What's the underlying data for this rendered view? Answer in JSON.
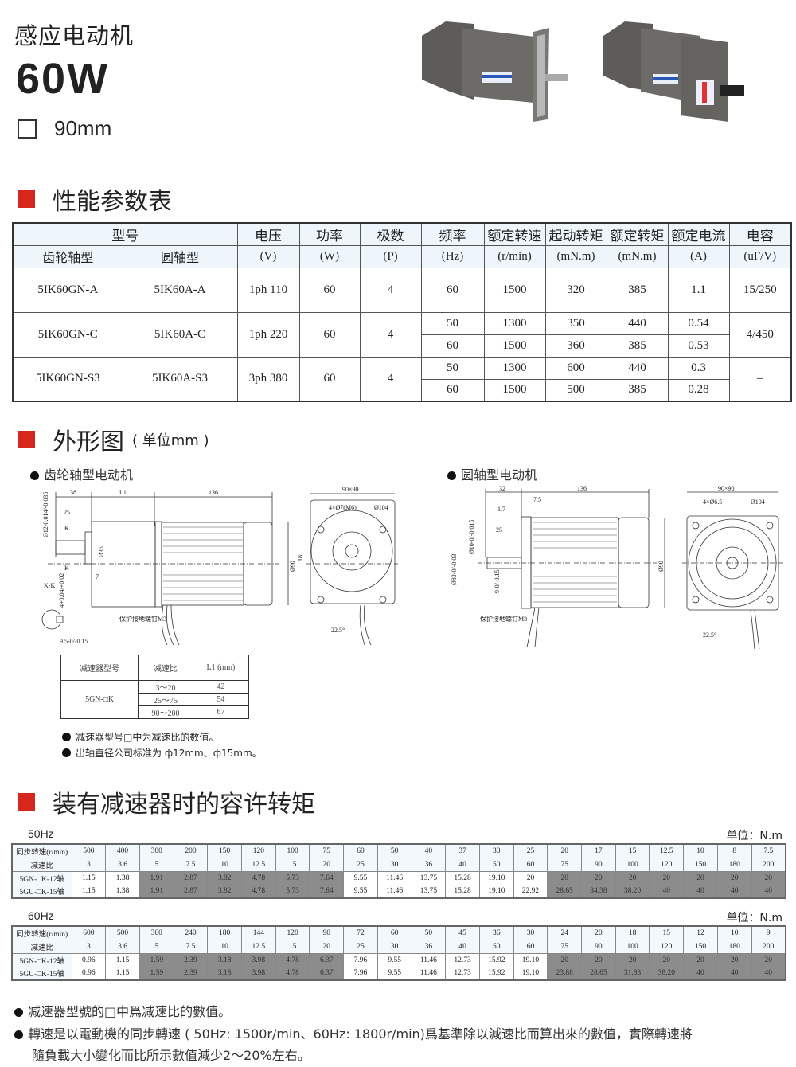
{
  "header": {
    "category": "感应电动机",
    "power": "60W",
    "frame": "90mm"
  },
  "sections": {
    "spec": "性能参数表",
    "outline": "外形图",
    "outline_unit": "( 单位mm )",
    "torque": "装有减速器时的容许转矩"
  },
  "spec_table": {
    "group_model": "型号",
    "col_gear": "齿轮轴型",
    "col_round": "圆轴型",
    "headers": [
      "电压",
      "功率",
      "极数",
      "频率",
      "额定转速",
      "起动转矩",
      "额定转矩",
      "额定电流",
      "电容"
    ],
    "units": [
      "(V)",
      "(W)",
      "(P)",
      "(Hz)",
      "(r/min)",
      "(mN.m)",
      "(mN.m)",
      "(A)",
      "(uF/V)"
    ],
    "rows": [
      {
        "gear": "5IK60GN-A",
        "round": "5IK60A-A",
        "voltage": "1ph 110",
        "power": "60",
        "poles": "4",
        "cap": "15/250",
        "sub": [
          {
            "hz": "60",
            "speed": "1500",
            "start": "320",
            "rated": "385",
            "current": "1.1"
          }
        ]
      },
      {
        "gear": "5IK60GN-C",
        "round": "5IK60A-C",
        "voltage": "1ph 220",
        "power": "60",
        "poles": "4",
        "cap": "4/450",
        "sub": [
          {
            "hz": "50",
            "speed": "1300",
            "start": "350",
            "rated": "440",
            "current": "0.54"
          },
          {
            "hz": "60",
            "speed": "1500",
            "start": "360",
            "rated": "385",
            "current": "0.53"
          }
        ]
      },
      {
        "gear": "5IK60GN-S3",
        "round": "5IK60A-S3",
        "voltage": "3ph 380",
        "power": "60",
        "poles": "4",
        "cap": "–",
        "sub": [
          {
            "hz": "50",
            "speed": "1300",
            "start": "600",
            "rated": "440",
            "current": "0.3"
          },
          {
            "hz": "60",
            "speed": "1500",
            "start": "500",
            "rated": "385",
            "current": "0.28"
          }
        ]
      }
    ]
  },
  "outline": {
    "gear_title": "齿轮轴型电动机",
    "round_title": "圆轴型电动机",
    "gear_dims": {
      "d38": "38",
      "l1": "L1",
      "d136": "136",
      "d25": "25",
      "k1": "K",
      "k2": "K",
      "phi35": "Ø35",
      "phi12": "Ø12-0.014/-0.035",
      "d7": "7",
      "kk": "K-K",
      "key": "4+0.04/+0.02",
      "d95": "9.5-0/-0.15",
      "screw": "保护接地螺钉M3",
      "phi90": "Ø90",
      "sq": "90×90",
      "holes": "4×Ø7(M6)",
      "phi104": "Ø104",
      "d18": "18",
      "ang": "22.5°"
    },
    "round_dims": {
      "d32": "32",
      "d136": "136",
      "d75": "7.5",
      "d17": "1.7",
      "d25": "25",
      "phi10": "Ø10-0/-0.015",
      "phi83": "Ø83-0/-0.03",
      "d9": "9-0/-0.15",
      "screw": "保护接地螺钉M3",
      "phi90": "Ø90",
      "sq": "90×90",
      "holes": "4×Ø6.5",
      "phi104": "Ø104",
      "ang": "22.5°"
    },
    "reducer_table": {
      "headers": [
        "减速器型号",
        "减速比",
        "L1 (mm)"
      ],
      "model": "5GN-□K",
      "rows": [
        [
          "3～20",
          "42"
        ],
        [
          "25～75",
          "54"
        ],
        [
          "90～200",
          "67"
        ]
      ]
    },
    "notes": [
      "减速器型号□中为减速比的数值。",
      "出轴直径公司标准为 ф12mm、ф15mm。"
    ]
  },
  "torque": {
    "unit": "单位：N.m",
    "labels": [
      "同步转速(r/min)",
      "减速比",
      "5GN-□K-12轴",
      "5GU-□K-15轴"
    ],
    "shaded_columns": [
      2,
      3,
      4,
      5,
      6,
      7,
      14,
      15,
      16,
      17,
      18,
      19,
      20
    ],
    "tables": [
      {
        "freq": "50Hz",
        "speed": [
          "500",
          "400",
          "300",
          "200",
          "150",
          "120",
          "100",
          "75",
          "60",
          "50",
          "40",
          "37",
          "30",
          "25",
          "20",
          "17",
          "15",
          "12.5",
          "10",
          "8",
          "7.5"
        ],
        "ratio": [
          "3",
          "3.6",
          "5",
          "7.5",
          "10",
          "12.5",
          "15",
          "20",
          "25",
          "30",
          "36",
          "40",
          "50",
          "60",
          "75",
          "90",
          "100",
          "120",
          "150",
          "180",
          "200"
        ],
        "gn12": [
          "1.15",
          "1.38",
          "1.91",
          "2.87",
          "3.82",
          "4.78",
          "5.73",
          "7.64",
          "9.55",
          "11.46",
          "13.75",
          "15.28",
          "19.10",
          "20",
          "20",
          "20",
          "20",
          "20",
          "20",
          "20",
          "20"
        ],
        "gu15": [
          "1.15",
          "1.38",
          "1.91",
          "2.87",
          "3.82",
          "4.78",
          "5.73",
          "7.64",
          "9.55",
          "11.46",
          "13.75",
          "15.28",
          "19.10",
          "22.92",
          "28.65",
          "34.38",
          "38.20",
          "40",
          "40",
          "40",
          "40"
        ]
      },
      {
        "freq": "60Hz",
        "speed": [
          "600",
          "500",
          "360",
          "240",
          "180",
          "144",
          "120",
          "90",
          "72",
          "60",
          "50",
          "45",
          "36",
          "30",
          "24",
          "20",
          "18",
          "15",
          "12",
          "10",
          "9"
        ],
        "ratio": [
          "3",
          "3.6",
          "5",
          "7.5",
          "10",
          "12.5",
          "15",
          "20",
          "25",
          "30",
          "36",
          "40",
          "50",
          "60",
          "75",
          "90",
          "100",
          "120",
          "150",
          "180",
          "200"
        ],
        "gn12": [
          "0.96",
          "1.15",
          "1.59",
          "2.39",
          "3.18",
          "3.98",
          "4.78",
          "6.37",
          "7.96",
          "9.55",
          "11.46",
          "12.73",
          "15.92",
          "19.10",
          "20",
          "20",
          "20",
          "20",
          "20",
          "20",
          "20"
        ],
        "gu15": [
          "0.96",
          "1.15",
          "1.59",
          "2.39",
          "3.18",
          "3.98",
          "4.78",
          "6.37",
          "7.96",
          "9.55",
          "11.46",
          "12.73",
          "15.92",
          "19.10",
          "23.88",
          "28.65",
          "31.83",
          "38.20",
          "40",
          "40",
          "40"
        ]
      }
    ],
    "notes": [
      "减速器型號的□中爲减速比的數值。",
      "轉速是以電動機的同步轉速 ( 50Hz: 1500r/min、60Hz: 1800r/min)爲基準除以減速比而算出來的數值，實際轉速將",
      "隨負載大小變化而比所示數值減少2～20%左右。"
    ]
  },
  "colors": {
    "accent": "#d7261c",
    "shade": "#8c8c8c",
    "header_bg": "#eef6fb"
  }
}
